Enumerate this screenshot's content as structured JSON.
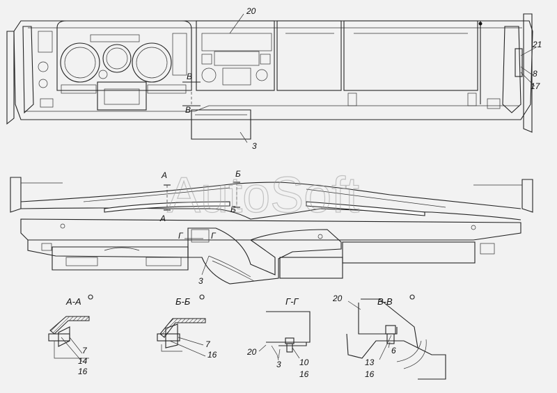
{
  "watermark": "AutoSoft",
  "callouts": {
    "c20_top": "20",
    "c21": "21",
    "c8": "8",
    "c17": "17",
    "c3_top": "3",
    "c3_mid": "3",
    "cutB_upper": "В",
    "cutB_lower": "В",
    "cutA_upper": "А",
    "cutA_lower": "А",
    "cutBe_upper": "Б",
    "cutBe_lower": "Б",
    "cutG1": "Г",
    "cutG2": "Г"
  },
  "sections": {
    "aa": {
      "title": "А-А",
      "parts": [
        "7",
        "14",
        "16"
      ]
    },
    "bb": {
      "title": "Б-Б",
      "parts": [
        "7",
        "16"
      ]
    },
    "gg": {
      "title": "Г-Г",
      "parts": [
        "20",
        "3",
        "10",
        "16"
      ]
    },
    "vv": {
      "title": "В-В",
      "parts": [
        "20",
        "6",
        "13",
        "16"
      ]
    }
  }
}
